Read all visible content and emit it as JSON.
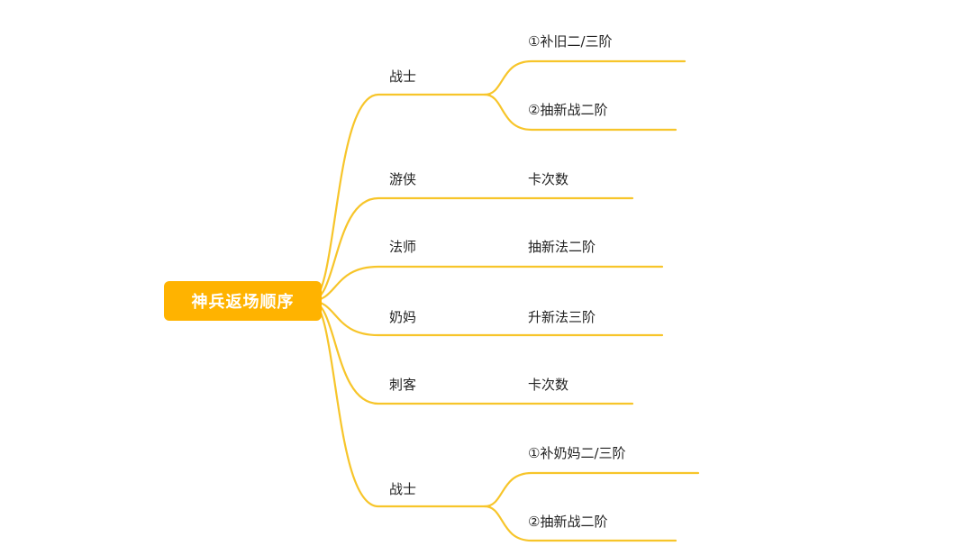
{
  "diagram": {
    "line_color": "#f7c52a",
    "root_color": "#ffb300",
    "root": "神兵返场顺序",
    "branches": [
      {
        "label": "战士",
        "children": [
          "①补旧二/三阶",
          "②抽新战二阶"
        ]
      },
      {
        "label": "游侠",
        "children": [
          "卡次数"
        ]
      },
      {
        "label": "法师",
        "children": [
          "抽新法二阶"
        ]
      },
      {
        "label": "奶妈",
        "children": [
          "升新法三阶"
        ]
      },
      {
        "label": "刺客",
        "children": [
          "卡次数"
        ]
      },
      {
        "label": "战士",
        "children": [
          "①补奶妈二/三阶",
          "②抽新战二阶"
        ]
      }
    ]
  }
}
